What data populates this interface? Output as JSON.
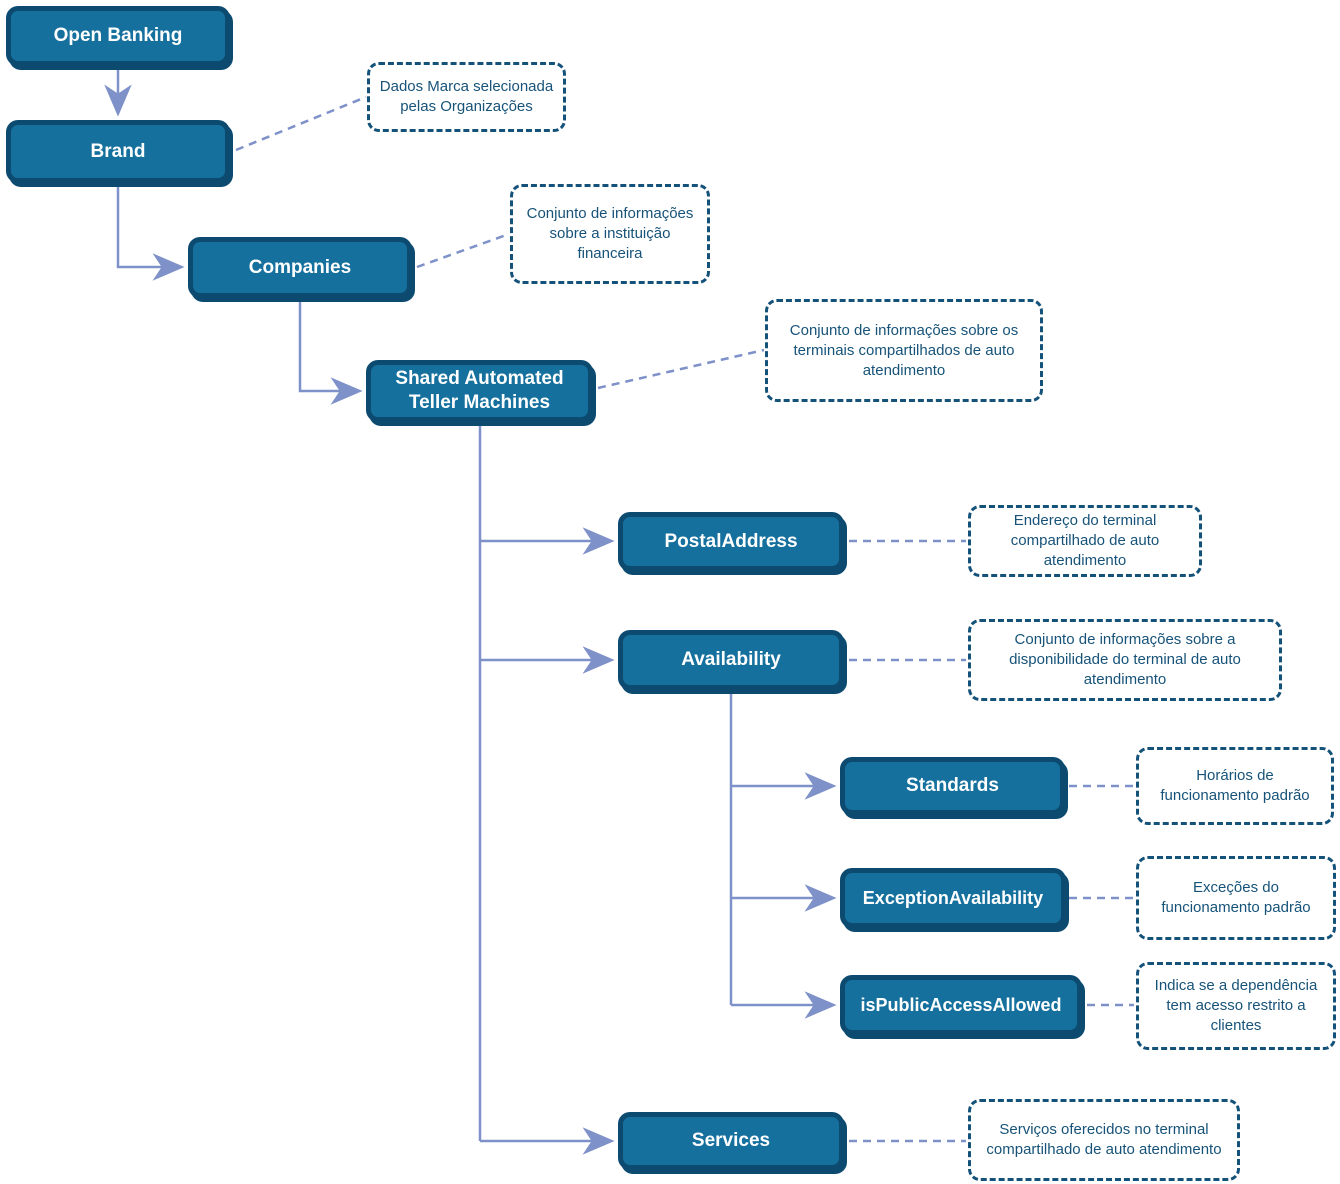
{
  "diagram": {
    "type": "hierarchy-tree",
    "colors": {
      "node_fill": "#15709e",
      "node_border": "#0d4a70",
      "node_text": "#ffffff",
      "note_border": "#14527a",
      "note_text": "#175379",
      "connector": "#7e91c8",
      "background": "#ffffff"
    },
    "nodes": {
      "open_banking": {
        "label": "Open Banking"
      },
      "brand": {
        "label": "Brand"
      },
      "companies": {
        "label": "Companies"
      },
      "shared_atm": {
        "label": "Shared Automated Teller Machines"
      },
      "postal_address": {
        "label": "PostalAddress"
      },
      "availability": {
        "label": "Availability"
      },
      "standards": {
        "label": "Standards"
      },
      "exception_availability": {
        "label": "ExceptionAvailability"
      },
      "is_public_access_allowed": {
        "label": "isPublicAccessAllowed"
      },
      "services": {
        "label": "Services"
      }
    },
    "annotations": {
      "brand_note": {
        "text": "Dados Marca selecionada pelas Organizações"
      },
      "companies_note": {
        "text": "Conjunto de informações sobre a instituição financeira"
      },
      "shared_atm_note": {
        "text": "Conjunto de informações sobre os terminais compartilhados de auto atendimento"
      },
      "postal_address_note": {
        "text": "Endereço do terminal compartilhado de auto atendimento"
      },
      "availability_note": {
        "text": "Conjunto de informações sobre a disponibilidade do terminal de auto atendimento"
      },
      "standards_note": {
        "text": "Horários de funcionamento padrão"
      },
      "exception_availability_note": {
        "text": "Exceções do funcionamento padrão"
      },
      "is_public_access_allowed_note": {
        "text": "Indica se a dependência tem acesso restrito a clientes"
      },
      "services_note": {
        "text": "Serviços oferecidos no terminal compartilhado de auto atendimento"
      }
    },
    "edges": [
      {
        "from": "open_banking",
        "to": "brand",
        "type": "hierarchy"
      },
      {
        "from": "brand",
        "to": "companies",
        "type": "hierarchy"
      },
      {
        "from": "companies",
        "to": "shared_atm",
        "type": "hierarchy"
      },
      {
        "from": "shared_atm",
        "to": "postal_address",
        "type": "hierarchy"
      },
      {
        "from": "shared_atm",
        "to": "availability",
        "type": "hierarchy"
      },
      {
        "from": "availability",
        "to": "standards",
        "type": "hierarchy"
      },
      {
        "from": "availability",
        "to": "exception_availability",
        "type": "hierarchy"
      },
      {
        "from": "availability",
        "to": "is_public_access_allowed",
        "type": "hierarchy"
      },
      {
        "from": "shared_atm",
        "to": "services",
        "type": "hierarchy"
      },
      {
        "from": "brand",
        "to": "brand_note",
        "type": "annotation"
      },
      {
        "from": "companies",
        "to": "companies_note",
        "type": "annotation"
      },
      {
        "from": "shared_atm",
        "to": "shared_atm_note",
        "type": "annotation"
      },
      {
        "from": "postal_address",
        "to": "postal_address_note",
        "type": "annotation"
      },
      {
        "from": "availability",
        "to": "availability_note",
        "type": "annotation"
      },
      {
        "from": "standards",
        "to": "standards_note",
        "type": "annotation"
      },
      {
        "from": "exception_availability",
        "to": "exception_availability_note",
        "type": "annotation"
      },
      {
        "from": "is_public_access_allowed",
        "to": "is_public_access_allowed_note",
        "type": "annotation"
      },
      {
        "from": "services",
        "to": "services_note",
        "type": "annotation"
      }
    ]
  }
}
